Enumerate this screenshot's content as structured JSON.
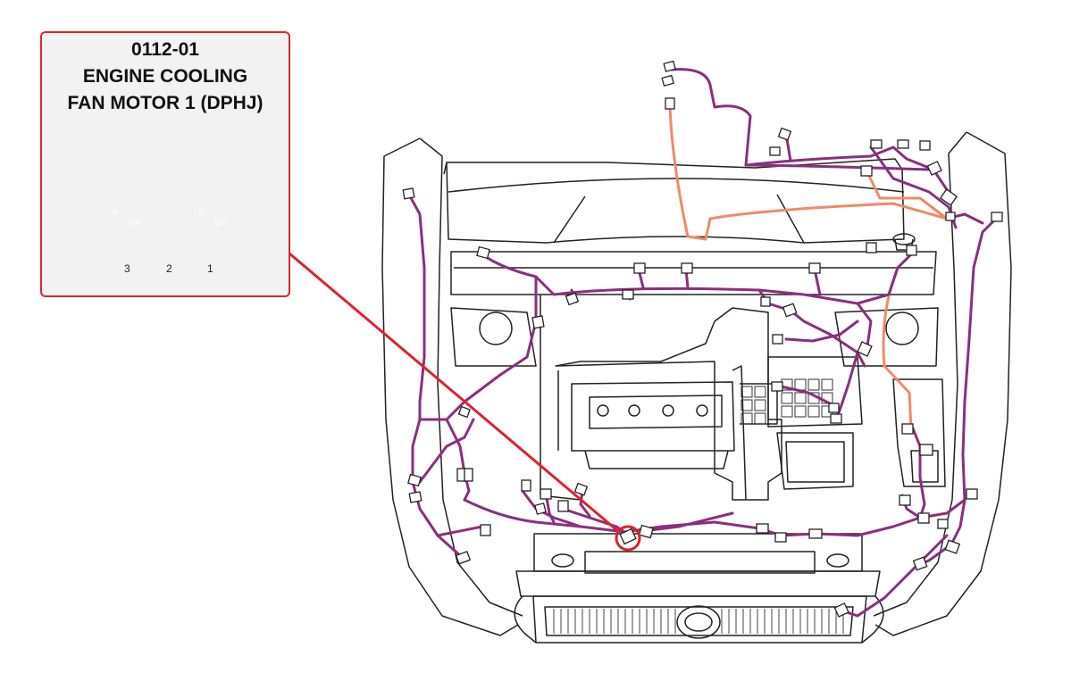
{
  "callout": {
    "code": "0112-01",
    "name_line1": "ENGINE COOLING",
    "name_line2": "FAN MOTOR 1 (DPHJ)"
  },
  "connector": {
    "pins": [
      {
        "number": "3",
        "wire_primary": "B",
        "wire_secondary": "GY",
        "primary_color": "#1a1a1a",
        "secondary_color": "#8a8a8a"
      },
      {
        "number": "2",
        "wire_primary": "",
        "wire_secondary": "",
        "primary_color": "#ffffff",
        "secondary_color": "#ffffff"
      },
      {
        "number": "1",
        "wire_primary": "V",
        "wire_secondary": "GY",
        "primary_color": "#6a28d8",
        "secondary_color": "#8a8a8a"
      }
    ]
  },
  "colors": {
    "harness_main": "#8a2f7d",
    "harness_alt": "#f08a6a",
    "callout_border": "#e0242e",
    "leader_line": "#e0202a",
    "callout_bg": "#f2f2f2"
  }
}
